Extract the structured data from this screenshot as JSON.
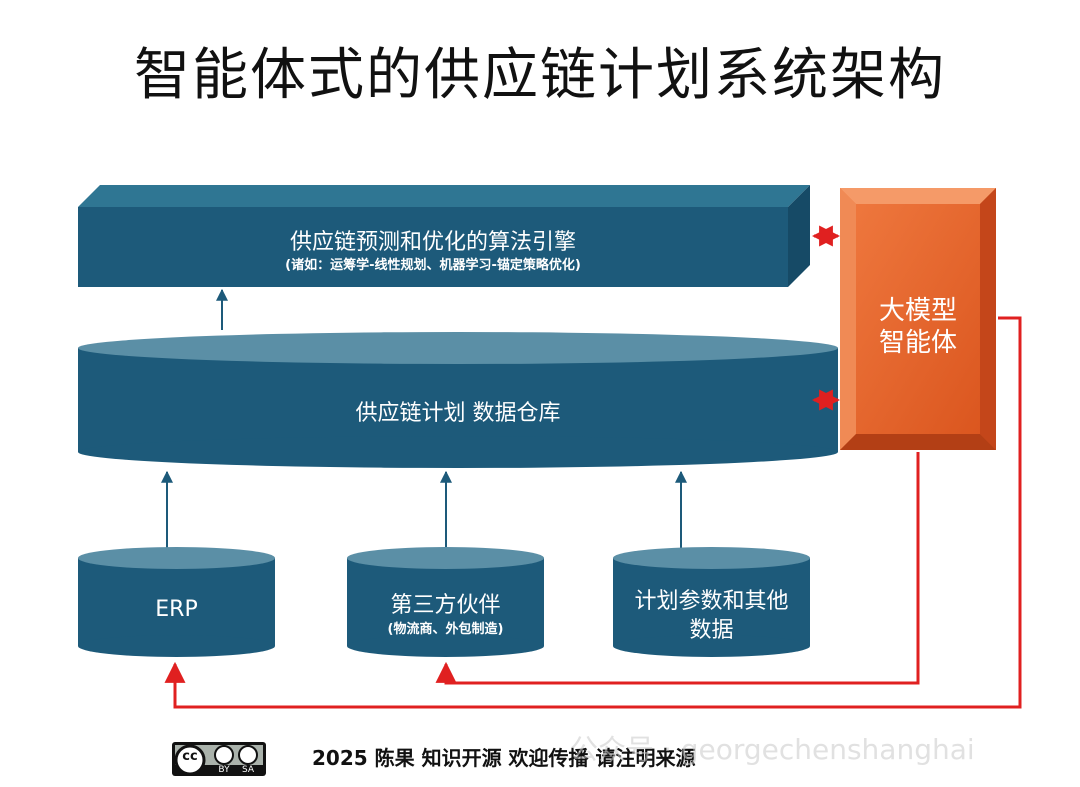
{
  "title": "智能体式的供应链计划系统架构",
  "engine": {
    "title": "供应链预测和优化的算法引擎",
    "subtitle": "(诸如：运筹学-线性规划、机器学习-锚定策略优化)"
  },
  "warehouse": {
    "label": "供应链计划 数据仓库"
  },
  "agent": {
    "line1": "大模型",
    "line2": "智能体"
  },
  "sources": [
    {
      "label": "ERP",
      "sub": ""
    },
    {
      "label": "第三方伙伴",
      "sub": "(物流商、外包制造)"
    },
    {
      "label": "计划参数和其他",
      "sub": "数据"
    }
  ],
  "footer": "2025 陈果  知识开源 欢迎传播 请注明来源",
  "license": {
    "cc": "cc",
    "by": "BY",
    "sa": "SA"
  },
  "watermark": "公众号 · georgechenshanghai",
  "colors": {
    "box": "#1d5a7a",
    "box_top": "#2f7693",
    "agent": "#e8622a",
    "arrow_red": "#e02020"
  }
}
